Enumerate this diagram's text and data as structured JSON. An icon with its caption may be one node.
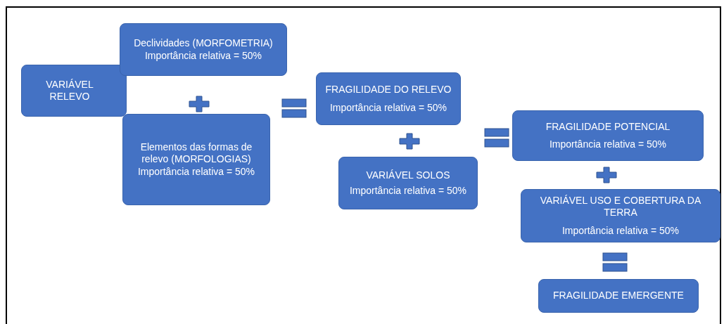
{
  "diagram": {
    "nodes": [
      {
        "text": [
          "VARIÁVEL RELEVO"
        ]
      },
      {
        "text": [
          "Declividades (MORFOMETRIA)",
          "Importância relativa = 50%"
        ]
      },
      {
        "text": [
          "Elementos das formas de relevo (MORFOLOGIAS)",
          "Importância relativa = 50%"
        ]
      },
      {
        "text": [
          "FRAGILIDADE DO RELEVO",
          "Importância relativa = 50%"
        ]
      },
      {
        "text": [
          "VARIÁVEL SOLOS",
          "Importância relativa = 50%"
        ]
      },
      {
        "text": [
          "FRAGILIDADE POTENCIAL",
          "Importância relativa = 50%"
        ]
      },
      {
        "text": [
          "VARIÁVEL USO E COBERTURA DA TERRA",
          "Importância relativa = 50%"
        ]
      },
      {
        "text": [
          "FRAGILIDADE EMERGENTE"
        ]
      }
    ]
  }
}
